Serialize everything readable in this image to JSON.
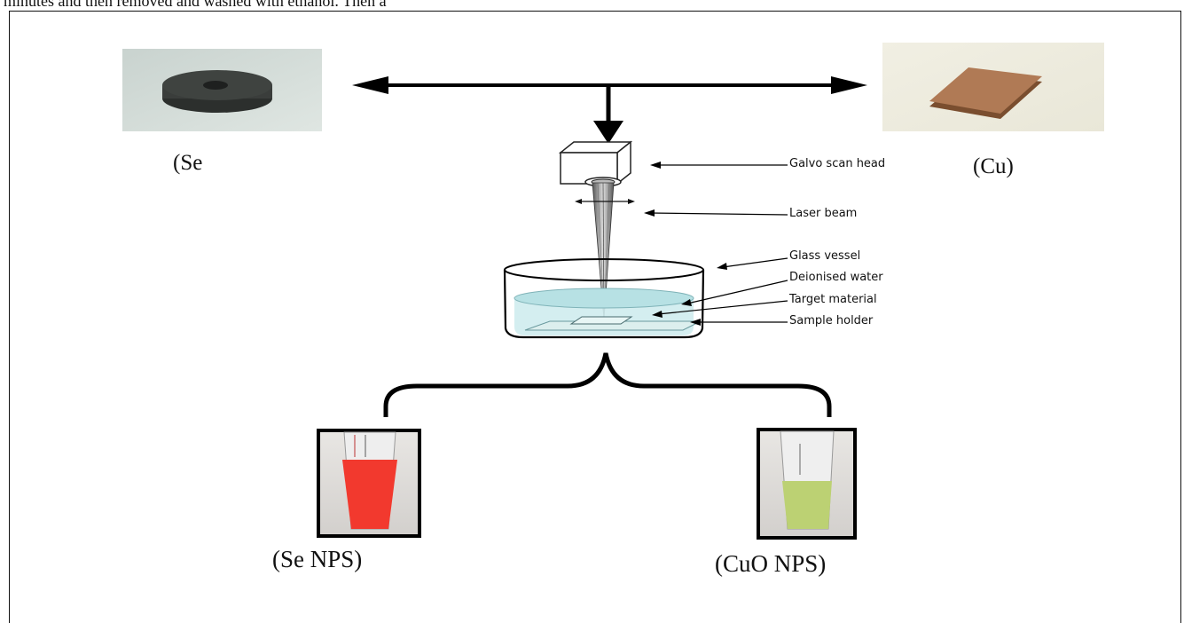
{
  "page": {
    "top_text": "minutes and then removed and washed with ethanol. Then a"
  },
  "diagram": {
    "sources": {
      "left_label": "(Se",
      "right_label": "(Cu)"
    },
    "callouts": {
      "galvo": "Galvo scan head",
      "laser": "Laser beam",
      "vessel": "Glass vessel",
      "water": "Deionised water",
      "target": "Target material",
      "holder": "Sample holder"
    },
    "products": {
      "left_label": "(Se NPS)",
      "right_label": "(CuO NPS)"
    },
    "colors": {
      "se_target": "#3f4340",
      "cu_target": "#b07a55",
      "se_solution": "#f2392e",
      "cuo_solution": "#bcd173",
      "water": "#cfecee",
      "arrow": "#000000"
    }
  }
}
